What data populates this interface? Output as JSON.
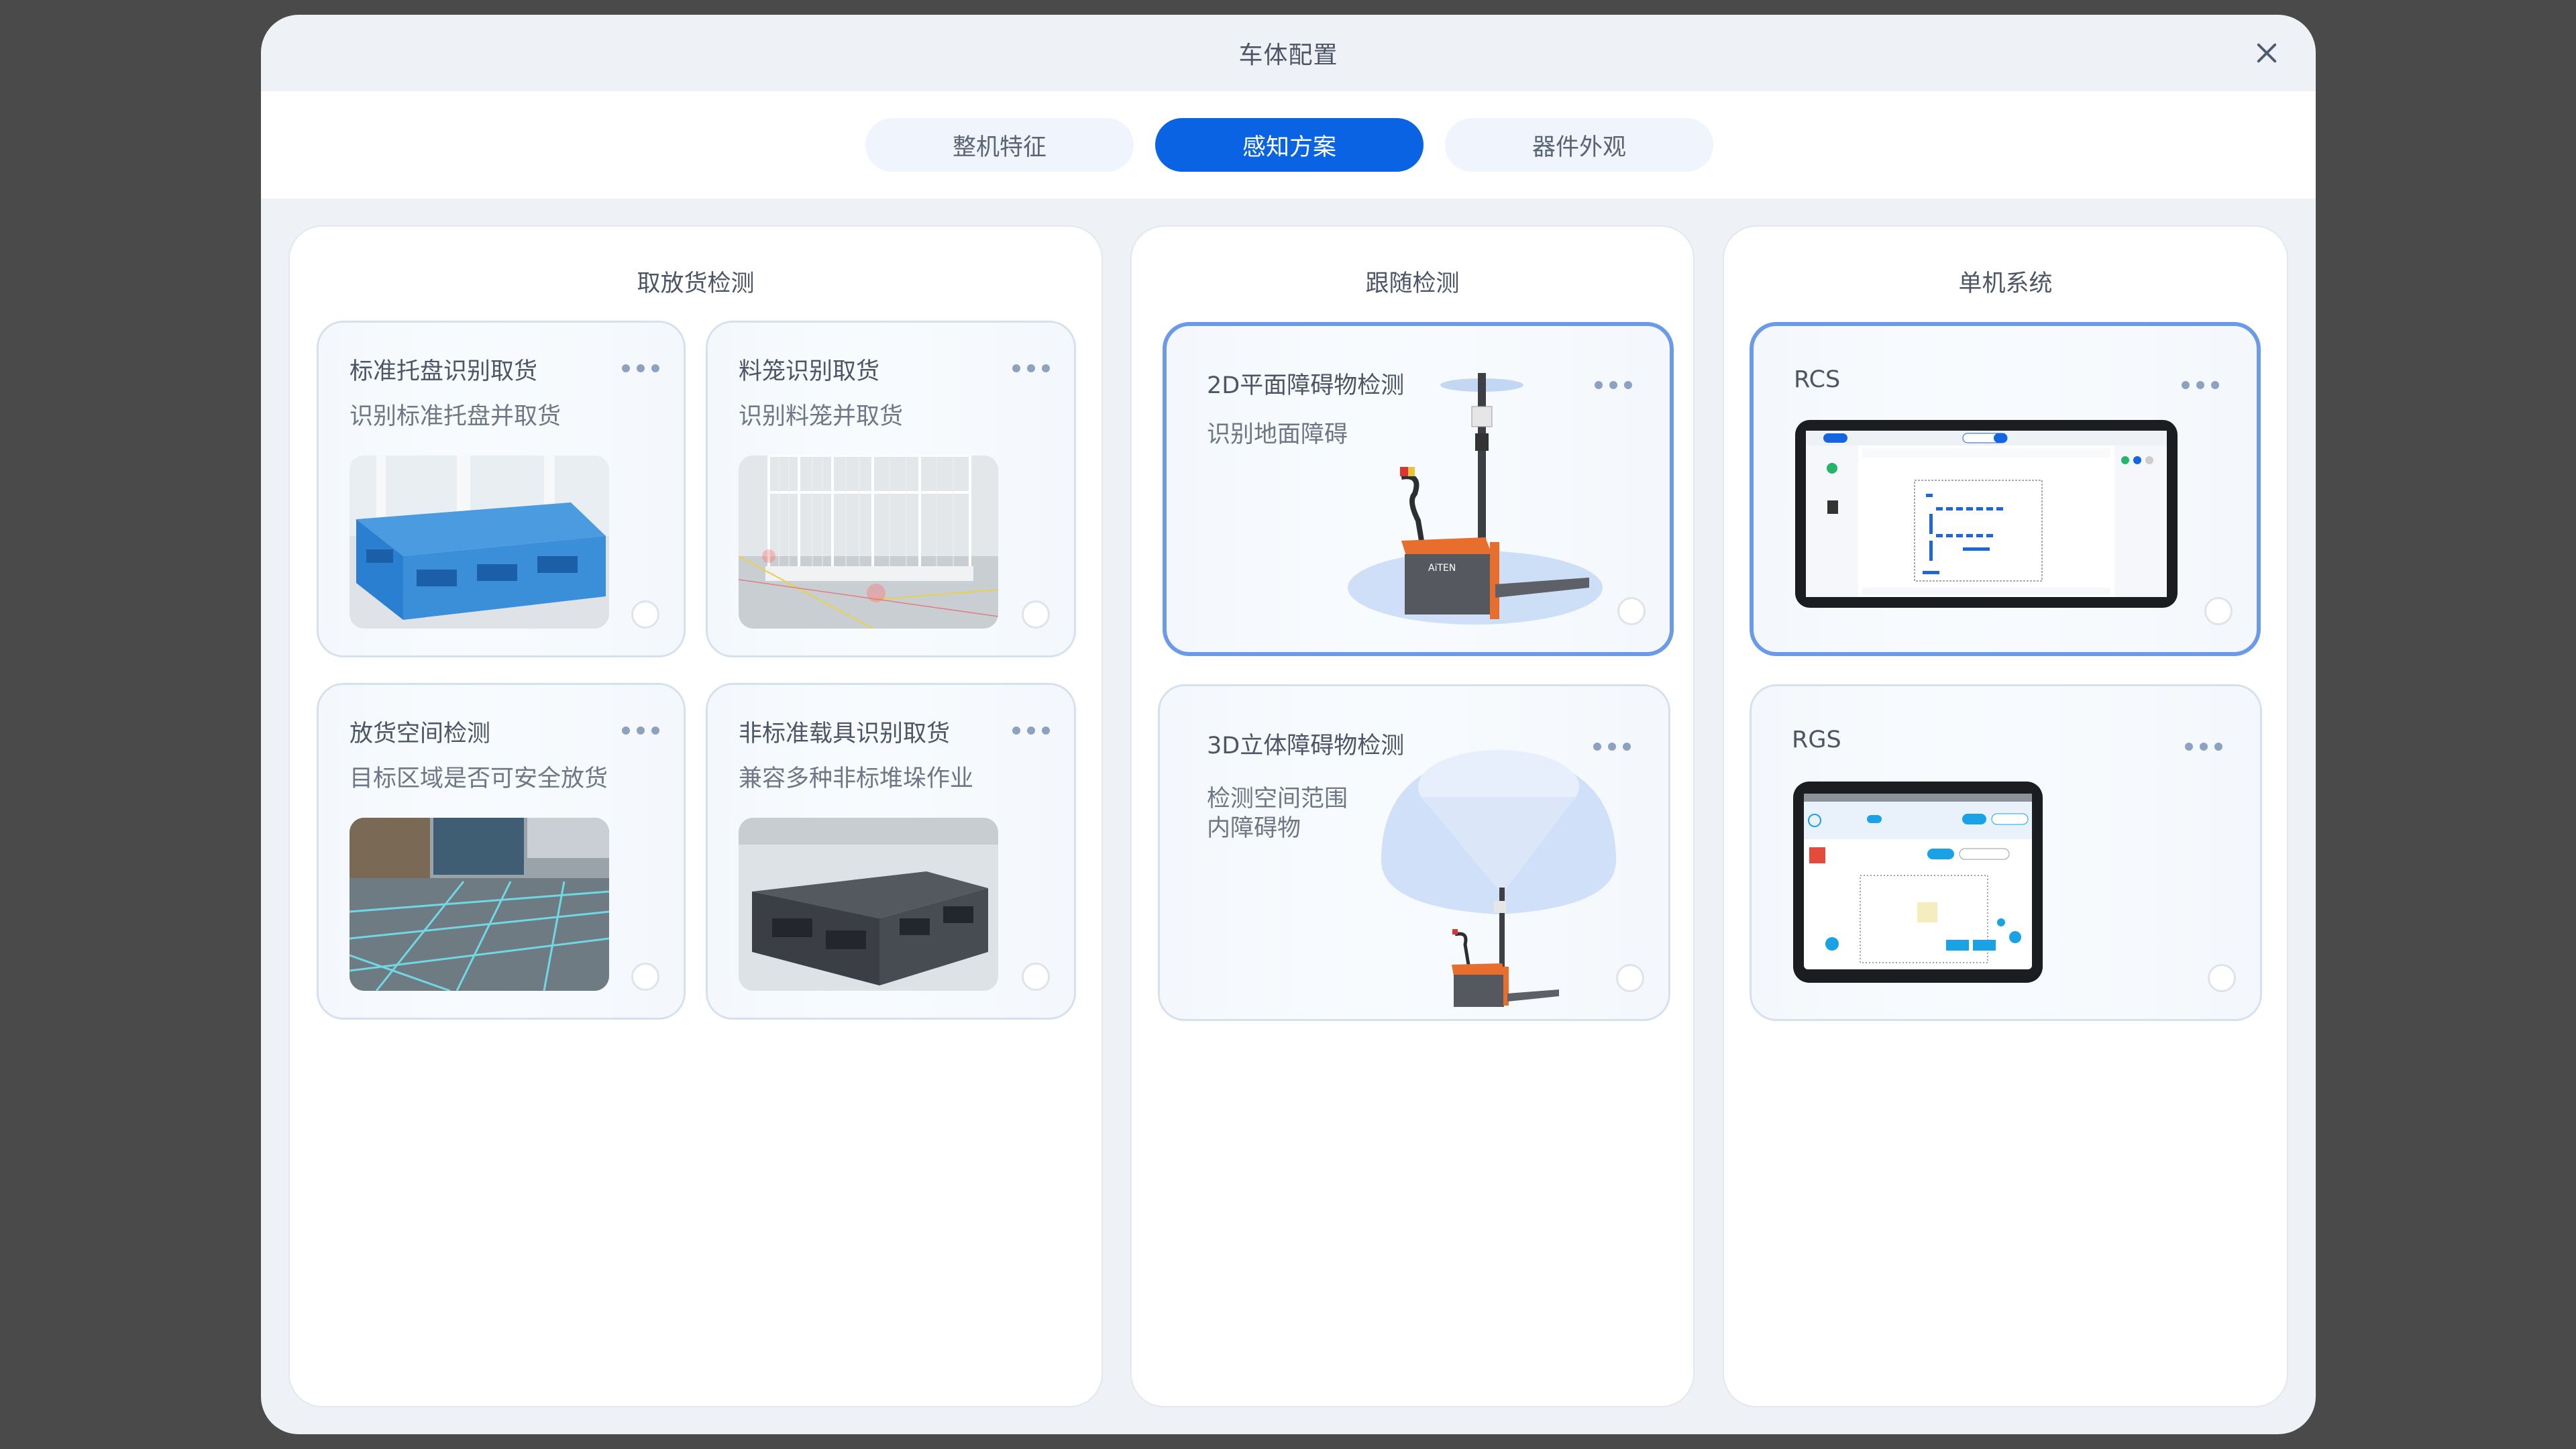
{
  "modal": {
    "title": "车体配置",
    "close_icon": "close-icon"
  },
  "tabs": [
    {
      "label": "整机特征",
      "active": false
    },
    {
      "label": "感知方案",
      "active": true
    },
    {
      "label": "器件外观",
      "active": false
    }
  ],
  "colors": {
    "accent": "#0a63e3",
    "selected_border": "#6b9ae8",
    "modal_bg": "#eef1f5",
    "tab_inactive_bg": "#f0f5fd",
    "text": "#4d5566",
    "dots": "#8ca2c0"
  },
  "columns": [
    {
      "title": "取放货检测",
      "cards": [
        {
          "title": "标准托盘识别取货",
          "desc": "识别标准托盘并取货",
          "image": "blue-plastic-pallet-photo",
          "selected": false
        },
        {
          "title": "料笼识别取货",
          "desc": "识别料笼并取货",
          "image": "wire-cage-with-laser-photo",
          "selected": false
        },
        {
          "title": "放货空间检测",
          "desc": "目标区域是否可安全放货",
          "image": "warehouse-floor-grid-photo",
          "selected": false
        },
        {
          "title": "非标准载具识别取货",
          "desc": "兼容多种非标堆垛作业",
          "image": "black-plastic-pallet-photo",
          "selected": false
        }
      ]
    },
    {
      "title": "跟随检测",
      "cards": [
        {
          "title": "2D平面障碍物检测",
          "desc": "识别地面障碍",
          "image": "forklift-2d-lidar-illustration",
          "selected": true
        },
        {
          "title": "3D立体障碍物检测",
          "desc_lines": [
            "检测空间范围",
            "内障碍物"
          ],
          "image": "forklift-3d-cone-illustration",
          "selected": false
        }
      ]
    },
    {
      "title": "单机系统",
      "cards": [
        {
          "title": "RCS",
          "image": "rcs-tablet-screenshot",
          "selected": true
        },
        {
          "title": "RGS",
          "image": "rgs-tablet-screenshot",
          "selected": false
        }
      ]
    }
  ]
}
